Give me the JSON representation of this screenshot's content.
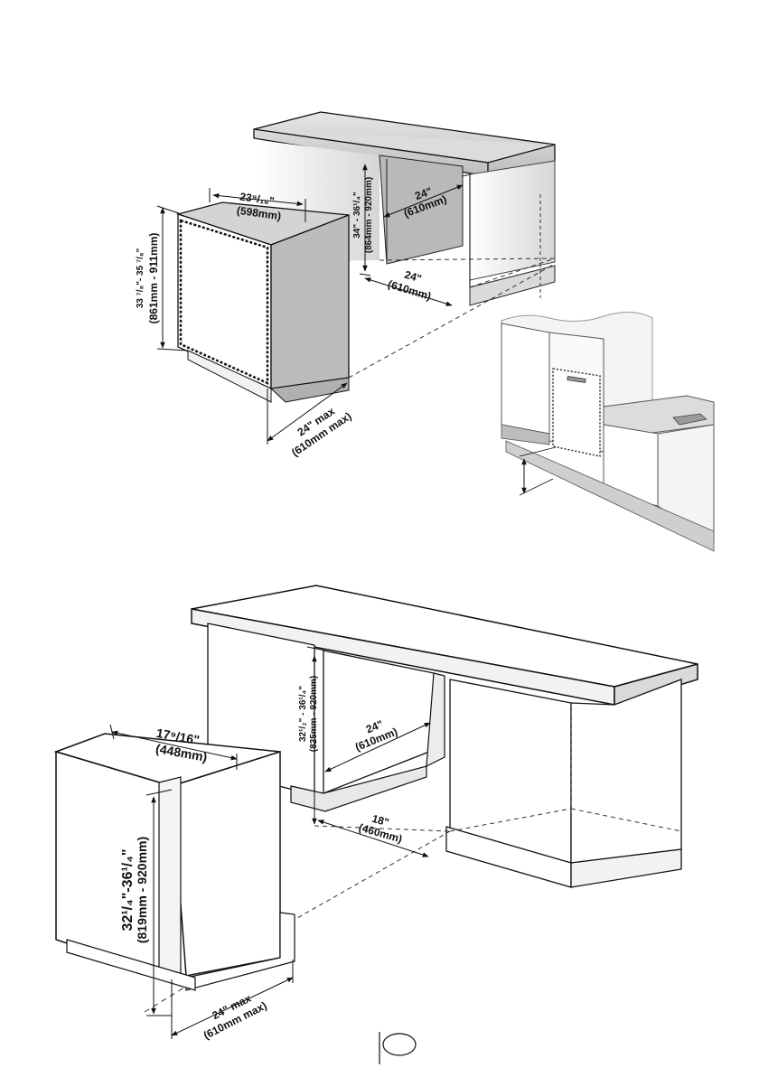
{
  "top_figure": {
    "width_inch": "23⁹/₁₆\"",
    "width_mm": "(598mm)",
    "height_inch": "33 ⁷/₈\"- 35 ⁷/₈\"",
    "height_mm": "(861mm - 911mm)",
    "depth_inch": "24\" max",
    "depth_mm": "(610mm max)",
    "niche_height_inch": "34\" - 36¹/₄\"",
    "niche_height_mm": "(864mm - 920mm)",
    "niche_width_inch": "24\"",
    "niche_width_mm": "(610mm)",
    "niche_depth_inch": "24\"",
    "niche_depth_mm": "(610mm)"
  },
  "bottom_figure": {
    "width_inch": "17⁹/16\"",
    "width_mm": "(448mm)",
    "height_inch": "32¹/₄\"-36¹/₄\"",
    "height_mm": "(819mm - 920mm)",
    "depth_inch": "24\" max",
    "depth_mm": "(610mm max)",
    "niche_height_inch": "32¹/₂\" - 36¹/₄\"",
    "niche_height_mm": "(825mm - 920mm)",
    "niche_width_inch": "24\"",
    "niche_width_mm": "(610mm)",
    "niche_depth_inch": "18\"",
    "niche_depth_mm": "(460mm)"
  },
  "footer": {
    "page_badge": ""
  }
}
